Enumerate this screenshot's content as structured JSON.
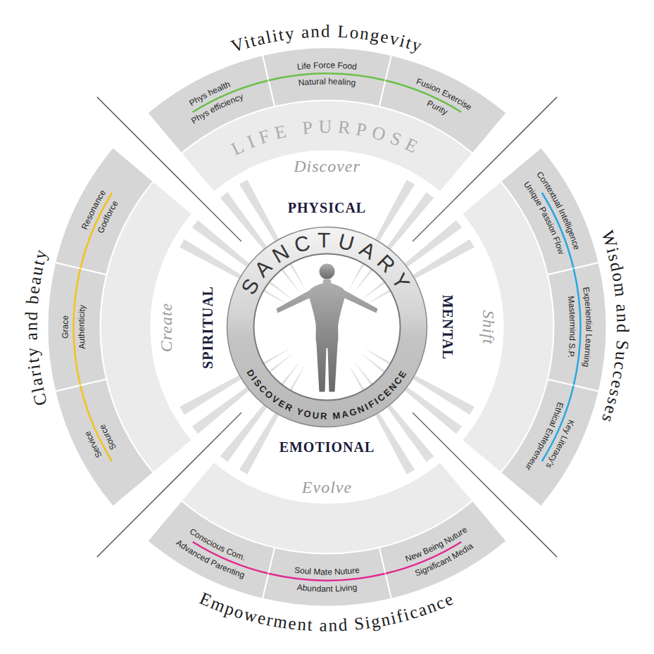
{
  "diagram": {
    "nodes": [
      {
        "text": [
          "Phys health",
          "Phys efficiency"
        ]
      },
      {
        "text": [
          "Life Force Food",
          "Natural healing"
        ]
      },
      {
        "text": [
          "Fusion Exercise",
          "Purity"
        ]
      },
      {
        "text": [
          "Contextual Intelligence",
          "Unique Passion Flow"
        ]
      },
      {
        "text": [
          "Experiential Learning",
          "Mastermind S.P."
        ]
      },
      {
        "text": [
          "Key Literacy's",
          "Ethical Entepreneur"
        ]
      },
      {
        "text": [
          "Conscious Com.",
          "Advanced Parenting"
        ]
      },
      {
        "text": [
          "Soul Mate Nuture",
          "Abundant Living"
        ]
      },
      {
        "text": [
          "New Being Nuture",
          "Significant Media"
        ]
      },
      {
        "text": [
          "Resonance",
          "Godforce"
        ]
      },
      {
        "text": [
          "Grace",
          "Authenticity"
        ]
      },
      {
        "text": [
          "Service",
          "Source"
        ]
      },
      {
        "text": [
          "SANCTUARY",
          "DISCOVER YOUR MAGNIFICENCE"
        ]
      }
    ],
    "labels": [
      "Vitality and Longevity",
      "Wisdom and Successes",
      "Empowerment and Significance",
      "Clarity and beauty",
      "LIFE PURPOSE",
      "Discover",
      "Shift",
      "Evolve",
      "Create",
      "PHYSICAL",
      "MENTAL",
      "EMOTIONAL",
      "SPIRITUAL"
    ]
  }
}
